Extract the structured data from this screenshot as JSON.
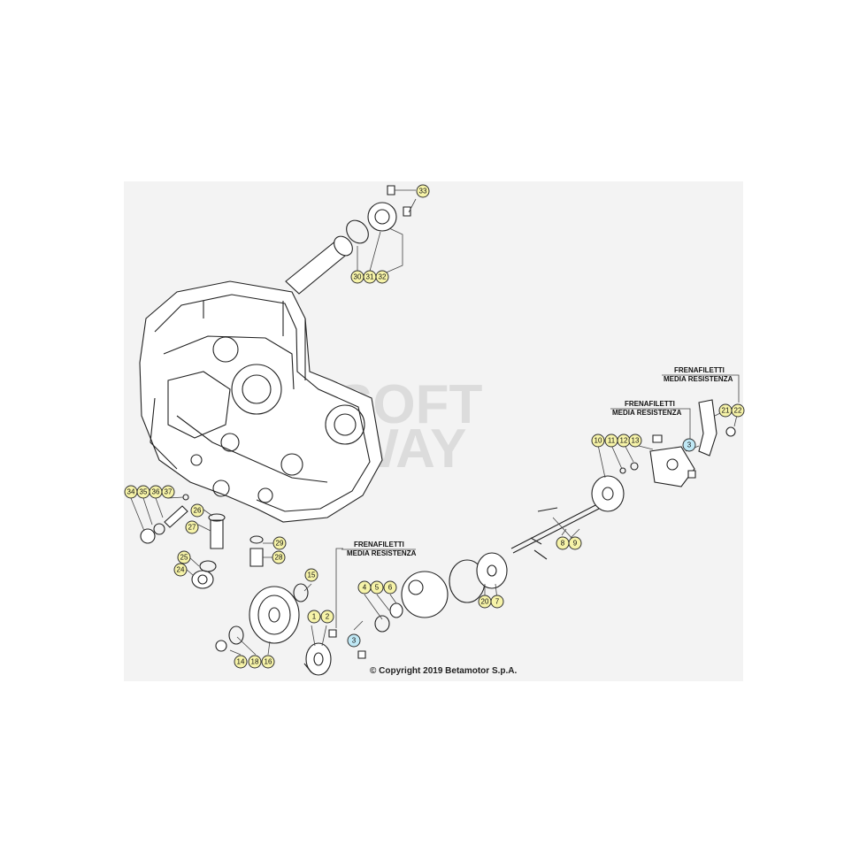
{
  "copyright": "© Copyright 2019 Betamotor S.p.A.",
  "watermark": [
    "SOFT",
    "WAY"
  ],
  "notes": [
    {
      "id": "note-a",
      "line1": "FRENAFILETTI",
      "line2": "MEDIA RESISTENZA"
    },
    {
      "id": "note-b",
      "line1": "FRENAFILETTI",
      "line2": "MEDIA RESISTENZA"
    },
    {
      "id": "note-c",
      "line1": "FRENAFILETTI",
      "line2": "MEDIA RESISTENZA"
    }
  ],
  "colors": {
    "callout_fill": "#f6f3a8",
    "callout_blue": "#bfe8f5",
    "panel": "#f3f3f3"
  },
  "callouts": [
    {
      "label": "33",
      "color": "yellow"
    },
    {
      "label": "30",
      "color": "yellow"
    },
    {
      "label": "31",
      "color": "yellow"
    },
    {
      "label": "32",
      "color": "yellow"
    },
    {
      "label": "21",
      "color": "yellow"
    },
    {
      "label": "22",
      "color": "yellow"
    },
    {
      "label": "10",
      "color": "yellow"
    },
    {
      "label": "11",
      "color": "yellow"
    },
    {
      "label": "12",
      "color": "yellow"
    },
    {
      "label": "13",
      "color": "yellow"
    },
    {
      "label": "3",
      "color": "blue"
    },
    {
      "label": "34",
      "color": "yellow"
    },
    {
      "label": "35",
      "color": "yellow"
    },
    {
      "label": "36",
      "color": "yellow"
    },
    {
      "label": "37",
      "color": "yellow"
    },
    {
      "label": "26",
      "color": "yellow"
    },
    {
      "label": "27",
      "color": "yellow"
    },
    {
      "label": "29",
      "color": "yellow"
    },
    {
      "label": "28",
      "color": "yellow"
    },
    {
      "label": "25",
      "color": "yellow"
    },
    {
      "label": "24",
      "color": "yellow"
    },
    {
      "label": "8",
      "color": "yellow"
    },
    {
      "label": "9",
      "color": "yellow"
    },
    {
      "label": "15",
      "color": "yellow"
    },
    {
      "label": "4",
      "color": "yellow"
    },
    {
      "label": "5",
      "color": "yellow"
    },
    {
      "label": "6",
      "color": "yellow"
    },
    {
      "label": "20",
      "color": "yellow"
    },
    {
      "label": "7",
      "color": "yellow"
    },
    {
      "label": "1",
      "color": "yellow"
    },
    {
      "label": "2",
      "color": "yellow"
    },
    {
      "label": "3",
      "color": "blue"
    },
    {
      "label": "14",
      "color": "yellow"
    },
    {
      "label": "18",
      "color": "yellow"
    },
    {
      "label": "16",
      "color": "yellow"
    }
  ]
}
